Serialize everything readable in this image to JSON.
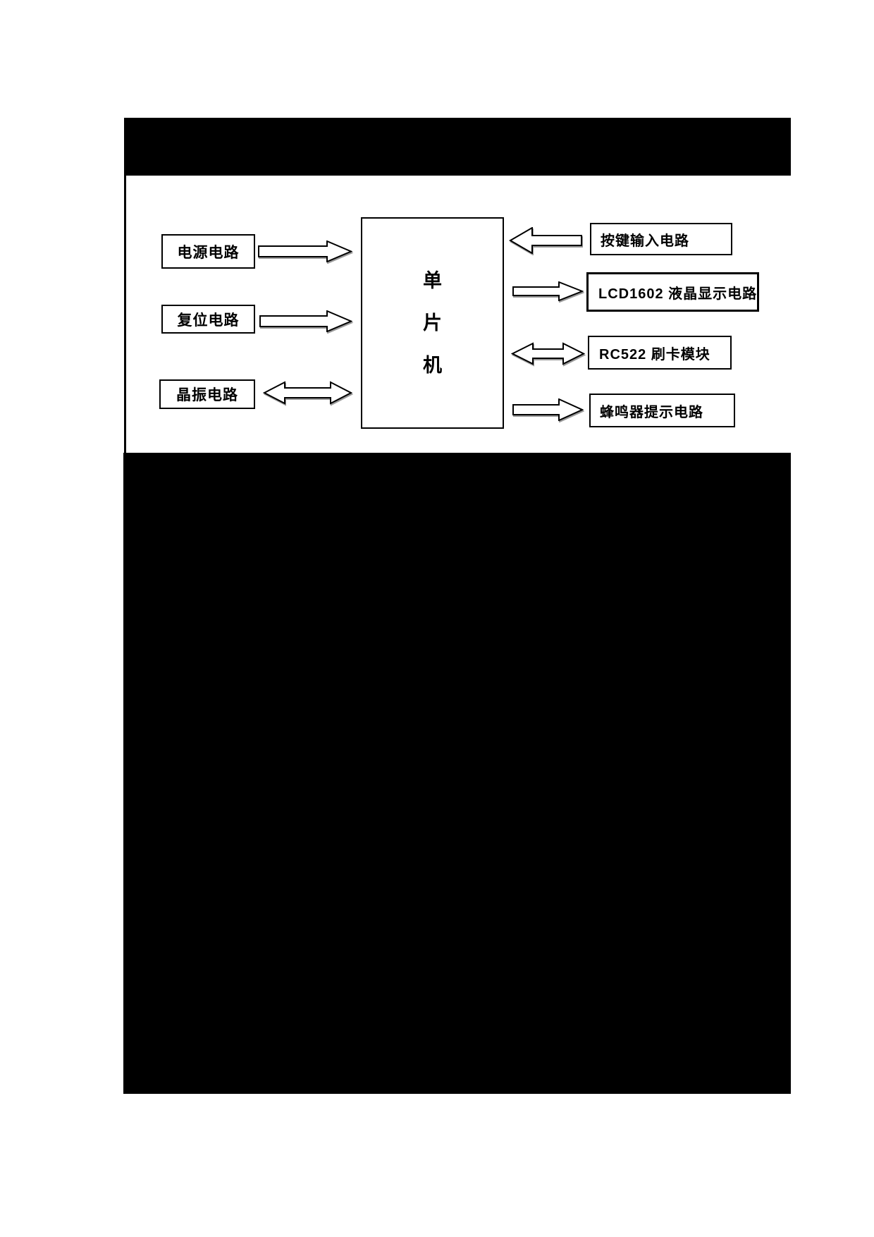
{
  "document": {
    "type": "scanned-page-with-redacted-text",
    "colors": {
      "paper": "#ffffff",
      "ink": "#000000",
      "arrow_shadow": "#999999"
    },
    "redacted_blocks": [
      "header-text-block",
      "body-text-block"
    ]
  },
  "diagram": {
    "title": "",
    "mcu": {
      "label": "单片机",
      "chars": [
        "单",
        "片",
        "机"
      ]
    },
    "left_boxes": [
      {
        "label": "电源电路"
      },
      {
        "label": "复位电路"
      },
      {
        "label": "晶振电路"
      }
    ],
    "right_boxes": [
      {
        "label": "按键输入电路"
      },
      {
        "label": "LCD1602 液晶显示电路"
      },
      {
        "label": "RC522 刷卡模块"
      },
      {
        "label": "蜂鸣器提示电路"
      }
    ],
    "connections": [
      {
        "from": "电源电路",
        "to": "单片机",
        "direction": "right"
      },
      {
        "from": "复位电路",
        "to": "单片机",
        "direction": "right"
      },
      {
        "from": "晶振电路",
        "to": "单片机",
        "direction": "bidirectional"
      },
      {
        "from": "按键输入电路",
        "to": "单片机",
        "direction": "left"
      },
      {
        "from": "单片机",
        "to": "LCD1602 液晶显示电路",
        "direction": "right"
      },
      {
        "from": "单片机",
        "to": "RC522 刷卡模块",
        "direction": "bidirectional"
      },
      {
        "from": "单片机",
        "to": "蜂鸣器提示电路",
        "direction": "right"
      }
    ],
    "icons": {
      "arrow_right": "⇨",
      "arrow_left": "⇦",
      "arrow_double": "⇔"
    }
  }
}
